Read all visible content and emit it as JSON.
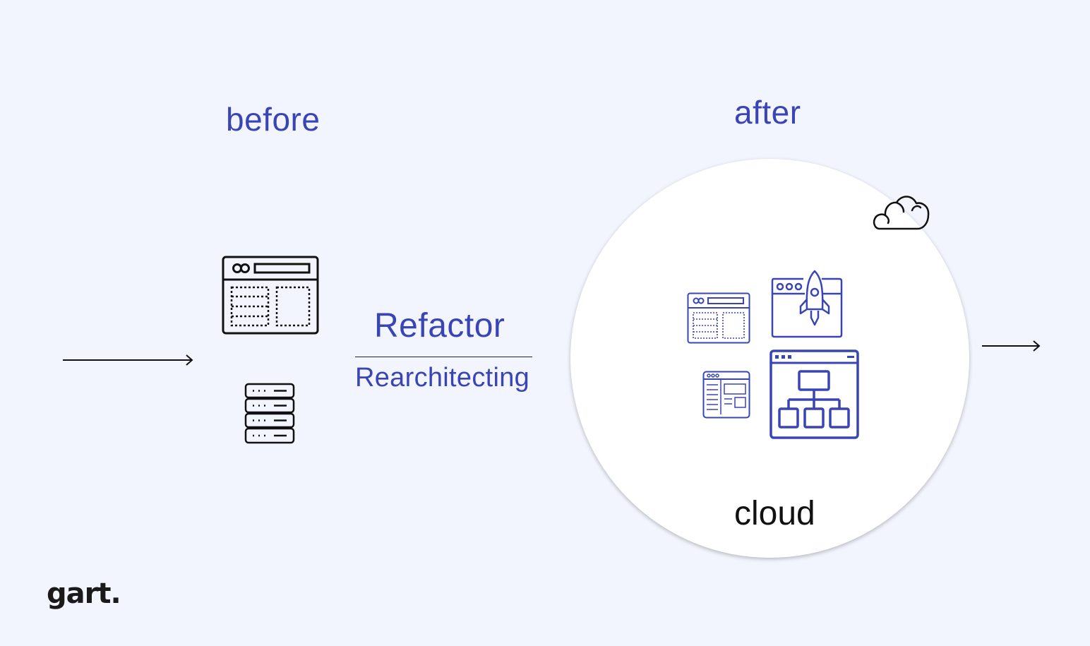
{
  "labels": {
    "before": "before",
    "after": "after",
    "refactor": "Refactor",
    "rearchitecting": "Rearchitecting",
    "cloud": "cloud"
  },
  "logo": {
    "text": "gart."
  },
  "colors": {
    "background": "#f2f5fd",
    "accent": "#3a45b5",
    "circle": "#ffffff",
    "ink": "#111111"
  },
  "icons": [
    "app-window-icon",
    "server-icon",
    "cloud-icon",
    "small-app-window-icon",
    "rocket-window-icon",
    "document-window-icon",
    "hierarchy-window-icon",
    "arrow-right-icon"
  ]
}
